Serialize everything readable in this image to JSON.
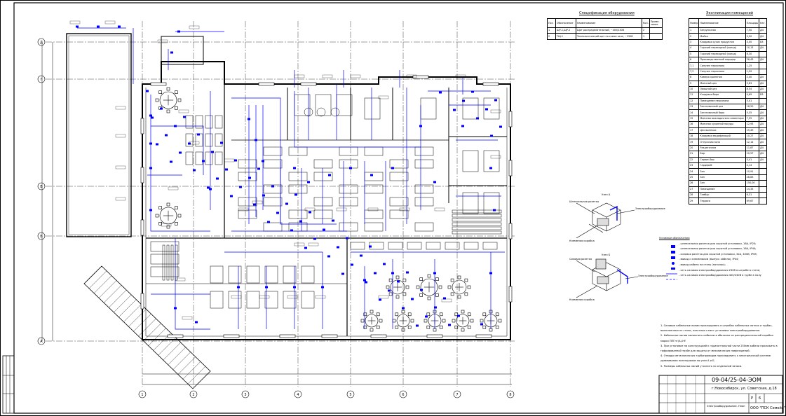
{
  "title_block": {
    "doc_code": "09-04/25-04-ЭОМ",
    "address": "г.Новосибирск, ул. Советская, д.18",
    "sheet_name": "Электрооборудование. План",
    "company": "ООО \"ПСК Семейа\"",
    "stage": "Р",
    "sheet": "6"
  },
  "equipment_spec": {
    "title": "Спецификация оборудования",
    "headers": [
      "Поз.",
      "Обозначение",
      "Наименование",
      "Кол.",
      "Приме-чание"
    ],
    "rows": [
      [
        "1",
        "ЩР-1,ЩР-2",
        "Щит распределительный, ~400/230В",
        "2",
        ""
      ],
      [
        "2",
        "ТЩ-1",
        "Технологический щит на схеме зала, ~230В",
        "1",
        ""
      ]
    ]
  },
  "room_explication": {
    "title": "Экспликация помещений",
    "headers": [
      "Номер",
      "Наименование",
      "Площадь",
      "Кат."
    ],
    "rows": [
      [
        "1",
        "Загрузочная",
        "7,50",
        "Д4"
      ],
      [
        "2",
        "Мойка",
        "3,90",
        "Д4"
      ],
      [
        "3",
        "Кладовая сухих продуктов",
        "3,00",
        "В3"
      ],
      [
        "4",
        "Горячий переходной (холод)",
        "10,13",
        "Д4"
      ],
      [
        "5",
        "Горячий переходной (холод)",
        "8,30",
        ""
      ],
      [
        "6",
        "Производственный коридор",
        "28,43",
        "Д4"
      ],
      [
        "7,1",
        "Санузел персонала",
        "1,25",
        ""
      ],
      [
        "7,2",
        "Санузел персонала",
        "1,59",
        ""
      ],
      [
        "8",
        "Камера хранения",
        "2,40",
        "Д4"
      ],
      [
        "9",
        "Моечный цех",
        "5,83",
        "Д4"
      ],
      [
        "10",
        "Овощной цех",
        "8,54",
        "Д4"
      ],
      [
        "11",
        "Кладовая бара",
        "4,69",
        "В3"
      ],
      [
        "12",
        "Помещение персонала",
        "5,41",
        ""
      ],
      [
        "13",
        "Заготовочный цех",
        "18,20",
        "Д4"
      ],
      [
        "14",
        "Заготовочный бара",
        "5,35",
        "Д4"
      ],
      [
        "15",
        "Моечная выкладочного инвентаря",
        "7,95",
        "Д4"
      ],
      [
        "16",
        "Моечная кухонной посуды",
        "12,93",
        "Д4"
      ],
      [
        "17",
        "Цех выпечки",
        "15,49",
        "Д4"
      ],
      [
        "18",
        "Кладовая модификаций",
        "10,27",
        "Д4"
      ],
      [
        "19",
        "Отпускная зона",
        "12,14",
        "Д4"
      ],
      [
        "20",
        "Раздаточная",
        "11,87",
        "Д4"
      ],
      [
        "21",
        "Бар",
        "10,57",
        "Д4"
      ],
      [
        "22",
        "Сервис-бар",
        "3,41",
        "Д4"
      ],
      [
        "23",
        "Гардероб",
        "4,14",
        ""
      ],
      [
        "24",
        "Зал",
        "10,91",
        ""
      ],
      [
        "25",
        "Зал",
        "28,83",
        ""
      ],
      [
        "26",
        "Зал",
        "150,00",
        ""
      ],
      [
        "27",
        "Помещение",
        "14,33",
        ""
      ],
      [
        "28",
        "Тамбур",
        "6,31",
        ""
      ],
      [
        "29",
        "Терраса",
        "69,67",
        ""
      ]
    ]
  },
  "legend": {
    "title": "Условные обозначения",
    "items": [
      "- штепсельная розетка для скрытой установки, 16А, IP20;",
      "- штепсельная розетка для скрытой установки, 16А, IP44;",
      "- силовая розетка для скрытой установки, 32А, 400В, IP65;",
      "- вывод с клеммником (выпуск кабеля), IP44;",
      "- вывод кабеля на стену (потолок);",
      "- сеть силовая электрооборудования 230В в штрабе в стене;",
      "- сеть силовая электрооборудования 400/230В в трубе в полу"
    ]
  },
  "nodes": {
    "node_a": "Узел А",
    "node_b": "Узел Б",
    "labels": [
      "Штепсельная розетка",
      "Электрооборудование",
      "Клеммная коробка",
      "Силовая розетка"
    ]
  },
  "notes": [
    "1. Силовые кабельные линии прокладывать в штрабах кабельных лотках и трубах,",
    "   выполненных из стали, пластика и мест установки электрооборудования.",
    "2. Кабельные линии выполнить кабелем в оболочке из распределительной коробки",
    "   марки ППГнг(А)-HF.",
    "3. При установке на конструкцией к горизонтальной части 250мм кабели проложить в",
    "   гофрированной трубе для защиты от механических повреждений.",
    "4. Отводы металлических трубопроводов присоединить к электрической системе",
    "   уравнивания потенциалов на узел А и Б.",
    "5. Размеры кабельных линий уточнить по отдельной записи."
  ],
  "grid": {
    "columns": [
      "1",
      "2",
      "3",
      "4",
      "5",
      "6",
      "7",
      "8"
    ],
    "rows": [
      "Д",
      "Г",
      "В",
      "Б",
      "А"
    ]
  },
  "colors": {
    "line": "#000000",
    "cable": "#0000ff",
    "grid": "#444444"
  }
}
